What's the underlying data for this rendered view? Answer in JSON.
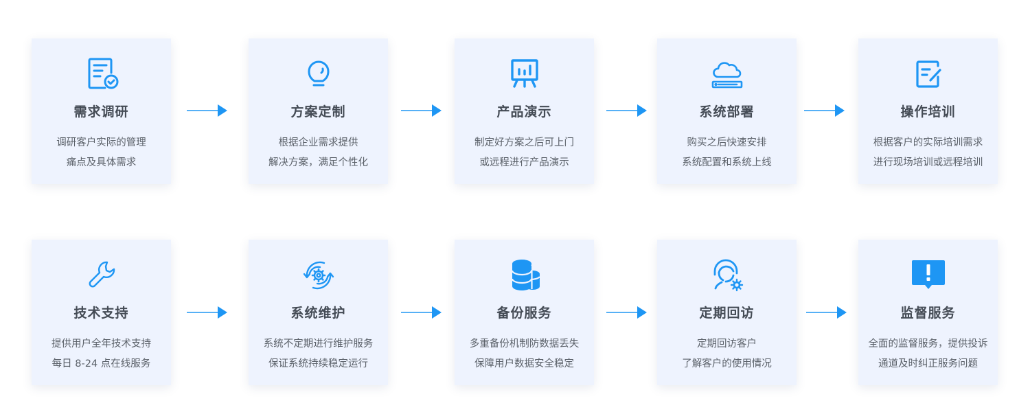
{
  "accent_color": "#1e96f4",
  "rows": [
    {
      "steps": [
        {
          "title": "需求调研",
          "icon": "document-check-icon",
          "lines": [
            "调研客户实际的管理",
            "痛点及具体需求"
          ]
        },
        {
          "title": "方案定制",
          "icon": "lightbulb-icon",
          "lines": [
            "根据企业需求提供",
            "解决方案，满足个性化"
          ]
        },
        {
          "title": "产品演示",
          "icon": "presentation-board-icon",
          "lines": [
            "制定好方案之后可上门",
            "或远程进行产品演示"
          ]
        },
        {
          "title": "系统部署",
          "icon": "cloud-server-icon",
          "lines": [
            "购买之后快速安排",
            "系统配置和系统上线"
          ]
        },
        {
          "title": "操作培训",
          "icon": "edit-document-icon",
          "lines": [
            "根据客户的实际培训需求",
            "进行现场培训或远程培训"
          ]
        }
      ]
    },
    {
      "steps": [
        {
          "title": "技术支持",
          "icon": "wrench-icon",
          "lines": [
            "提供用户全年技术支持",
            "每日 8-24 点在线服务"
          ]
        },
        {
          "title": "系统维护",
          "icon": "gear-cycle-icon",
          "lines": [
            "系统不定期进行维护服务",
            "保证系统持续稳定运行"
          ]
        },
        {
          "title": "备份服务",
          "icon": "database-icon",
          "lines": [
            "多重备份机制防数据丢失",
            "保障用户数据安全稳定"
          ]
        },
        {
          "title": "定期回访",
          "icon": "customer-service-icon",
          "lines": [
            "定期回访客户",
            "了解客户的使用情况"
          ]
        },
        {
          "title": "监督服务",
          "icon": "alert-message-icon",
          "lines": [
            "全面的监督服务，提供投诉",
            "通道及时纠正服务问题"
          ]
        }
      ]
    }
  ]
}
